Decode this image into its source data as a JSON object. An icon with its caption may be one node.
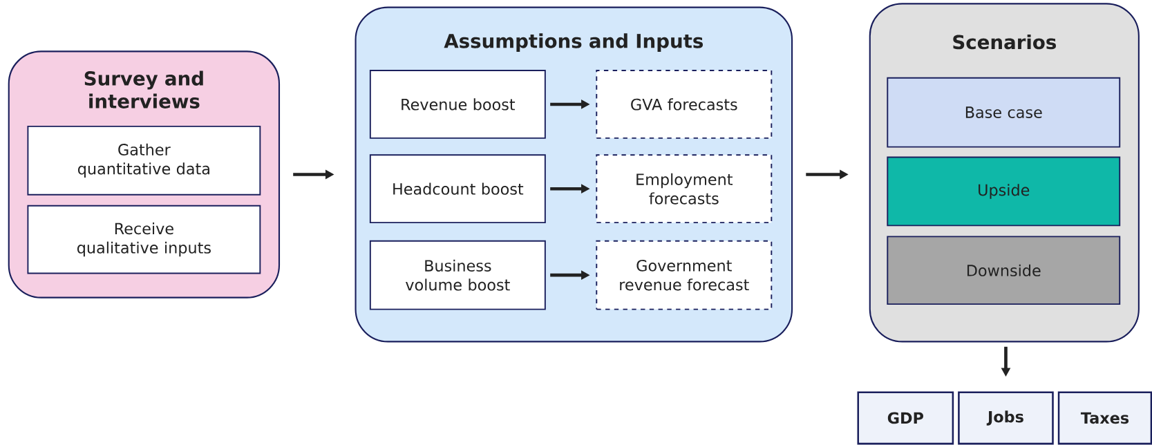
{
  "diagram": {
    "nodes": [
      {
        "text": [
          "Survey and interviews"
        ]
      },
      {
        "text": [
          "Gather quantitative data"
        ],
        "in": 0
      },
      {
        "text": [
          "Receive qualitative inputs"
        ],
        "in": 0
      },
      {
        "text": [
          "Assumptions and Inputs"
        ]
      },
      {
        "text": [
          "Revenue boost"
        ],
        "in": 3
      },
      {
        "text": [
          "GVA forecasts"
        ],
        "in": 3
      },
      {
        "text": [
          "Headcount boost"
        ],
        "in": 3
      },
      {
        "text": [
          "Employment forecasts"
        ],
        "in": 3
      },
      {
        "text": [
          "Business volume boost"
        ],
        "in": 3
      },
      {
        "text": [
          "Government revenue forecast"
        ],
        "in": 3
      },
      {
        "text": [
          "Scenarios"
        ]
      },
      {
        "text": [
          "Base case"
        ],
        "in": 10
      },
      {
        "text": [
          "Upside"
        ],
        "in": 10
      },
      {
        "text": [
          "Downside"
        ],
        "in": 10
      },
      {
        "text": [
          "GDP"
        ]
      },
      {
        "text": [
          "Jobs"
        ]
      },
      {
        "text": [
          "Taxes"
        ]
      }
    ],
    "edges": [
      {
        "from": 4,
        "to": 5,
        "arrow": "to"
      },
      {
        "from": 6,
        "to": 7,
        "arrow": "to"
      },
      {
        "from": 8,
        "to": 9,
        "arrow": "to"
      },
      {
        "from": 0,
        "to": 3,
        "arrow": "to"
      },
      {
        "from": 3,
        "to": 10,
        "arrow": "to"
      },
      {
        "from": 10,
        "to": 15,
        "arrow": "to"
      }
    ]
  }
}
